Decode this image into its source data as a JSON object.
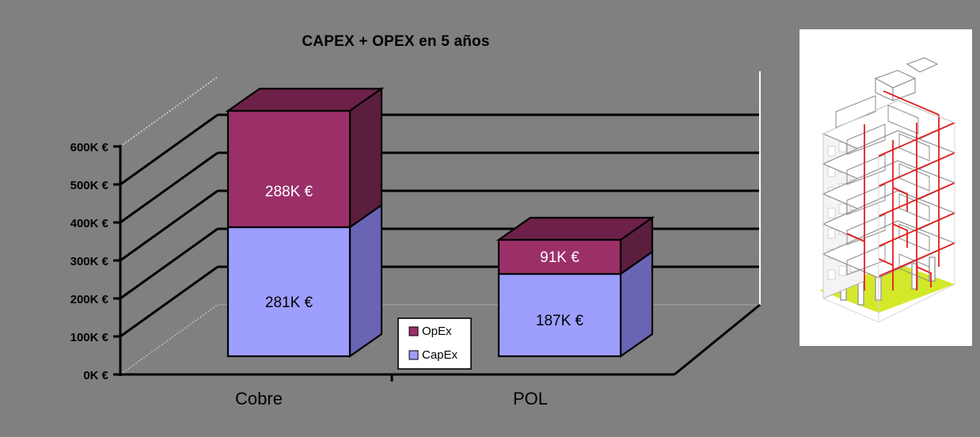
{
  "slide": {
    "background_color": "#808080"
  },
  "chart": {
    "title": "CAPEX + OPEX en 5 años",
    "legend": {
      "items": [
        {
          "label": "OpEx",
          "color": "#9b3069"
        },
        {
          "label": "CapEx",
          "color": "#9e9eff"
        }
      ]
    },
    "y_axis": {
      "ticks": [
        "0K €",
        "100K €",
        "200K €",
        "300K €",
        "400K €",
        "500K €",
        "600K €"
      ]
    },
    "x_axis": {
      "categories": [
        "Cobre",
        "POL"
      ]
    }
  },
  "chart_data": {
    "type": "bar",
    "subtype": "stacked-3d-column",
    "title": "CAPEX + OPEX en 5 años",
    "categories": [
      "Cobre",
      "POL"
    ],
    "series": [
      {
        "name": "CapEx",
        "values": [
          281,
          187
        ],
        "color": "#9e9eff",
        "unit": "K €",
        "labels": [
          "281K €",
          "187K €"
        ]
      },
      {
        "name": "OpEx",
        "values": [
          288,
          91
        ],
        "color": "#9b3069",
        "unit": "K €",
        "labels": [
          "288K €",
          "91K €"
        ]
      }
    ],
    "totals": [
      569,
      278
    ],
    "xlabel": "",
    "ylabel": "",
    "ylim": [
      0,
      600
    ],
    "ytick_step": 100,
    "ytick_labels": [
      "0K €",
      "100K €",
      "200K €",
      "300K €",
      "400K €",
      "500K €",
      "600K €"
    ],
    "grid": true,
    "legend_position": "inside-center-bottom",
    "value_label_colors": {
      "CapEx": "#000000",
      "OpEx": "#ffffff"
    }
  },
  "picture": {
    "name": "building-cutaway-diagram",
    "description": "Isometric cutaway of a multi-storey residential building with red fibre cabling risers and a yellow-green base plate",
    "background_color": "#ffffff",
    "cable_color": "#e02020",
    "base_plate_color": "#d4e82a"
  }
}
